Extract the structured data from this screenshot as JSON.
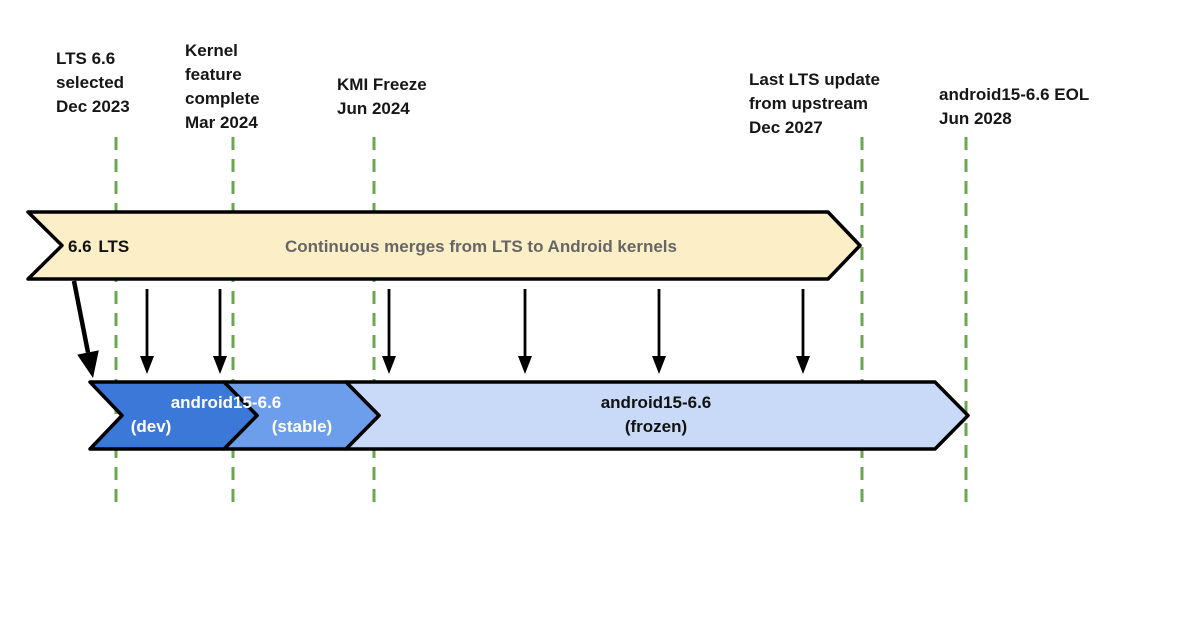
{
  "milestones": [
    {
      "lines": [
        "LTS 6.6",
        "selected",
        "Dec 2023"
      ]
    },
    {
      "lines": [
        "Kernel",
        "feature",
        "complete",
        "Mar 2024"
      ]
    },
    {
      "lines": [
        "KMI Freeze",
        "Jun 2024"
      ]
    },
    {
      "lines": [
        "Last LTS update",
        "from upstream",
        "Dec 2027"
      ]
    },
    {
      "lines": [
        "android15-6.6 EOL",
        "Jun 2028"
      ]
    }
  ],
  "lts_banner": {
    "label": "6.6  LTS",
    "description": "Continuous merges from LTS to Android kernels"
  },
  "android_branches": {
    "name": "android15-6.6",
    "dev_label": "(dev)",
    "stable_label": "(stable)",
    "frozen_name": "android15-6.6",
    "frozen_label": "(frozen)"
  },
  "colors": {
    "lts_fill": "#FCEEC6",
    "dev_fill": "#3C78D8",
    "stable_fill": "#6D9EEB",
    "frozen_fill": "#C9DAF8",
    "milestone_line": "#6AA84F",
    "outline": "#000000",
    "description_text": "#666666",
    "banner_text_light": "#FFFFFF",
    "banner_text_dark": "#111111"
  }
}
